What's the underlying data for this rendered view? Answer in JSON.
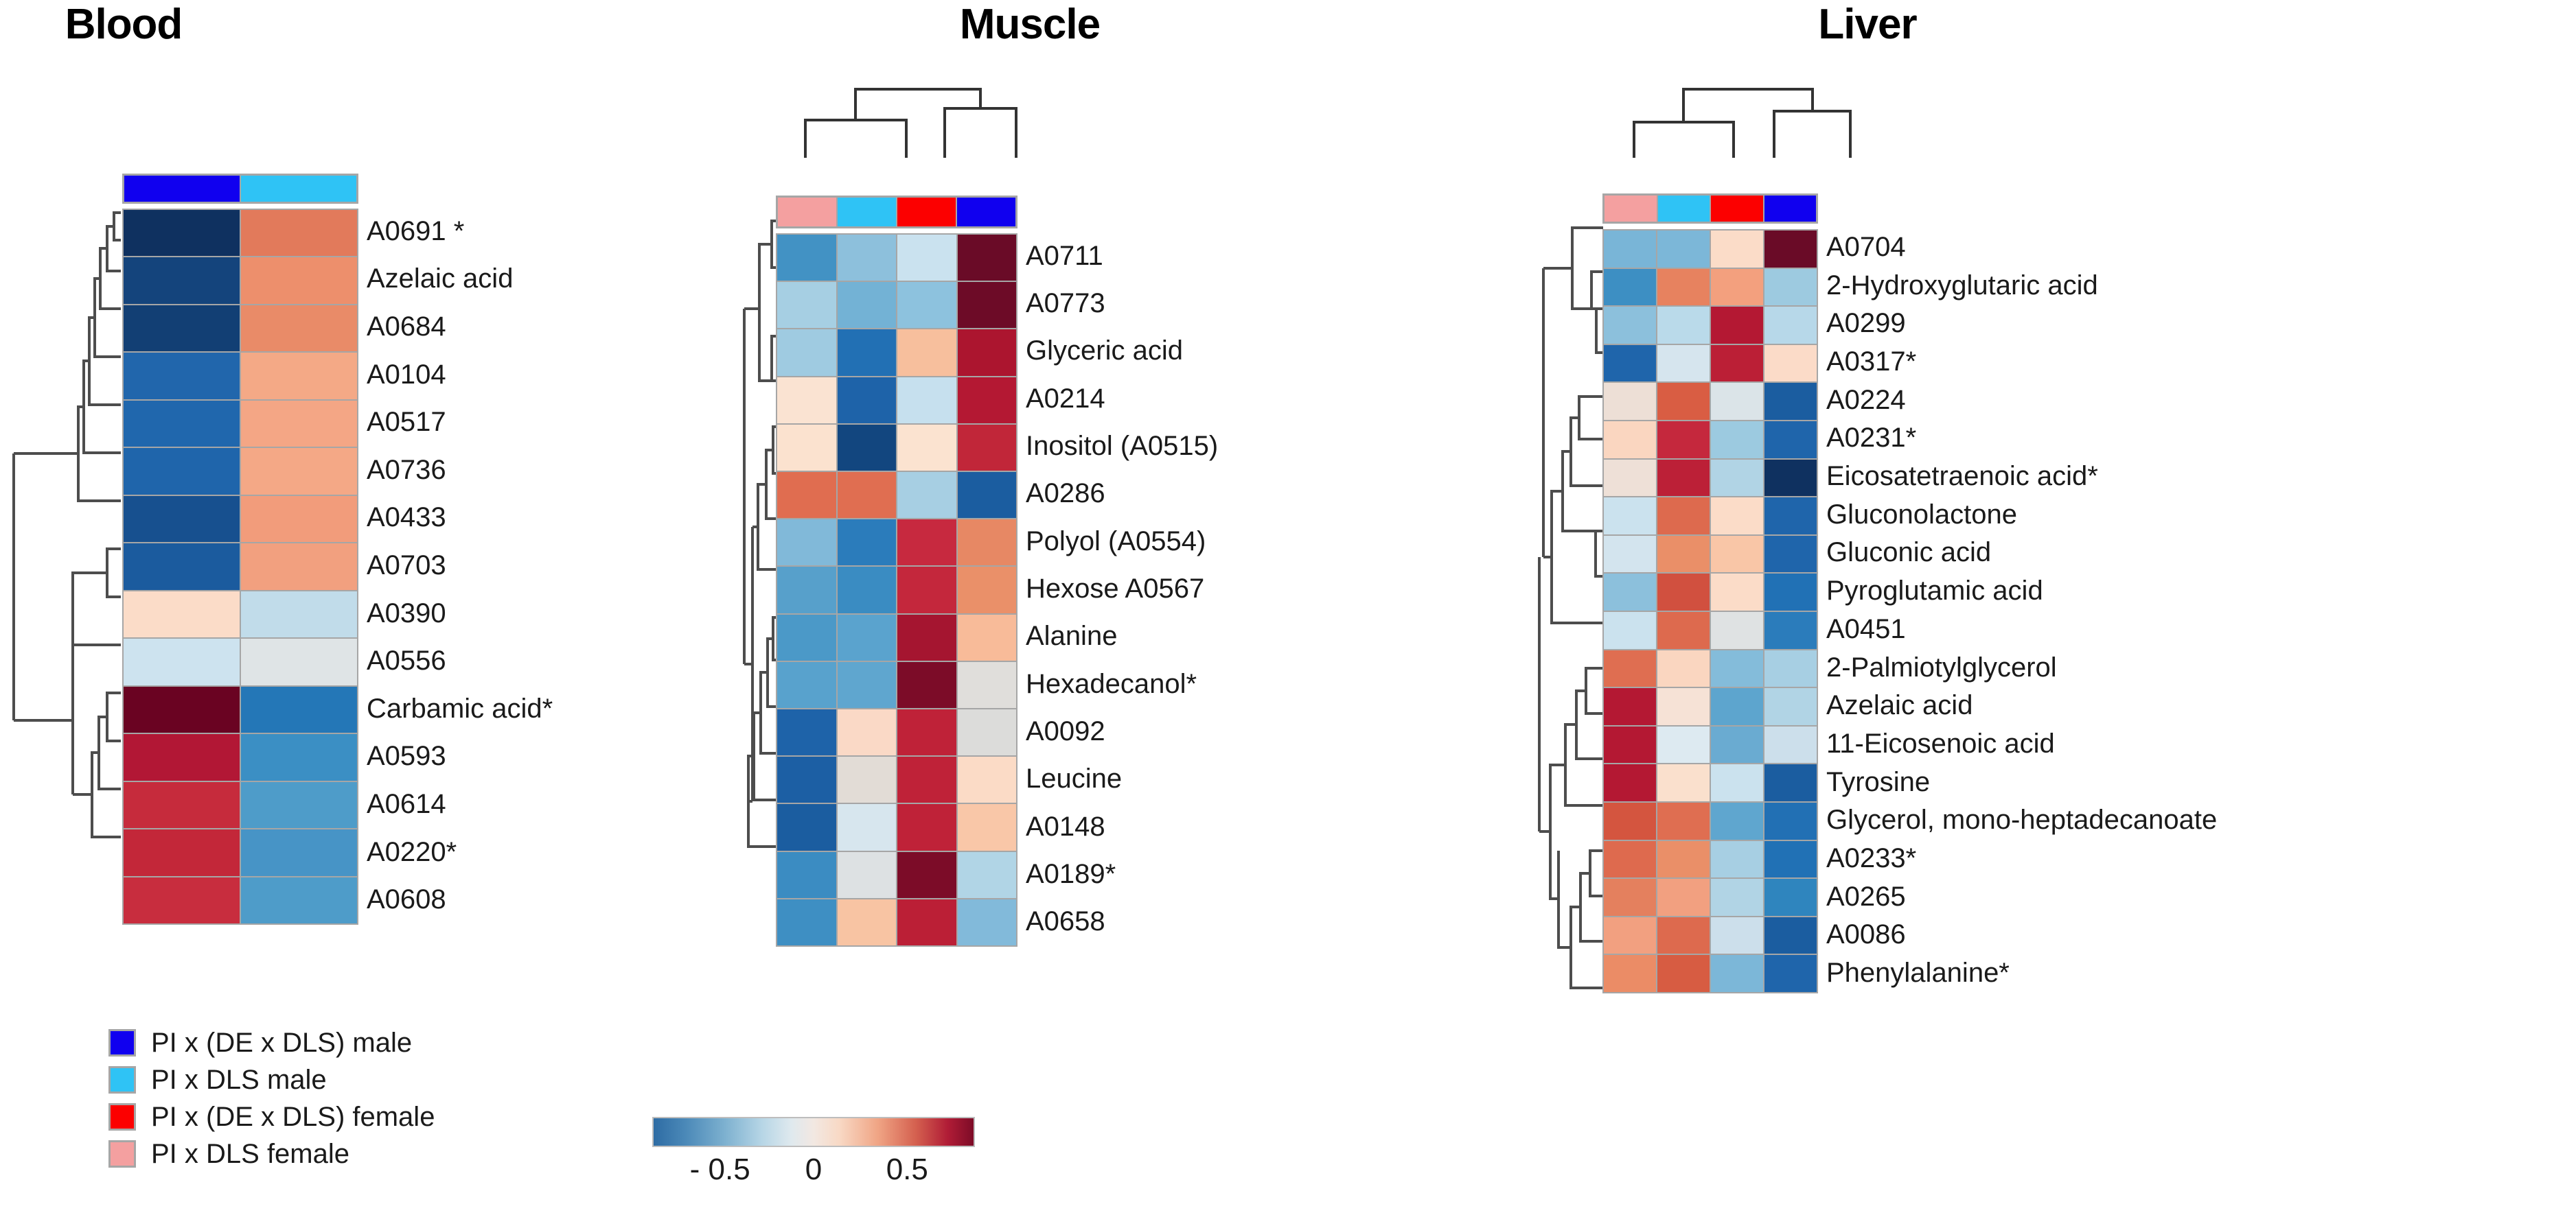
{
  "figure": {
    "colorbar": {
      "ticks": [
        "- 0.5",
        "0",
        "0.5"
      ],
      "tick_values": [
        -0.5,
        0,
        0.5
      ],
      "low_color": "#2e6ca4",
      "mid_color": "#f4efe9",
      "high_color": "#7d0b27"
    },
    "group_legend": [
      {
        "label": "PI x (DE x DLS) male",
        "color": "#1000ef"
      },
      {
        "label": "PI x DLS male",
        "color": "#2fc3f5"
      },
      {
        "label": "PI x (DE x DLS) female",
        "color": "#fc0000"
      },
      {
        "label": "PI x DLS female",
        "color": "#f4a0a0"
      }
    ]
  },
  "chart_data": [
    {
      "type": "heatmap",
      "title": "Blood",
      "xlabel": "",
      "ylabel": "",
      "zlim": [
        -0.5,
        0.5
      ],
      "grid": false,
      "legend_position": "bottom-left",
      "columns": [
        "PI x (DE x DLS) male",
        "PI x DLS male"
      ],
      "column_colors": [
        "#1000ef",
        "#2fc3f5"
      ],
      "rows": [
        "A0691 *",
        "Azelaic acid",
        "A0684",
        "A0104",
        "A0517",
        "A0736",
        "A0433",
        "A0703",
        "A0390",
        "A0556",
        "Carbamic acid*",
        "A0593",
        "A0614",
        "A0220*",
        "A0608"
      ],
      "values": [
        [
          -0.72,
          0.34
        ],
        [
          -0.55,
          0.3
        ],
        [
          -0.55,
          0.31
        ],
        [
          -0.42,
          0.25
        ],
        [
          -0.42,
          0.25
        ],
        [
          -0.43,
          0.24
        ],
        [
          -0.47,
          0.27
        ],
        [
          -0.45,
          0.28
        ],
        [
          0.1,
          -0.2
        ],
        [
          -0.18,
          -0.04
        ],
        [
          0.75,
          -0.43
        ],
        [
          0.62,
          -0.38
        ],
        [
          0.55,
          -0.34
        ],
        [
          0.57,
          -0.35
        ],
        [
          0.55,
          -0.35
        ]
      ],
      "cell_colors": [
        [
          "#0f3160",
          "#e27a5b"
        ],
        [
          "#14447c",
          "#ed8f6c"
        ],
        [
          "#123f74",
          "#e98b68"
        ],
        [
          "#2166ac",
          "#f4a986"
        ],
        [
          "#2067ad",
          "#f4a685"
        ],
        [
          "#1f65ab",
          "#f4a886"
        ],
        [
          "#17508f",
          "#f29c7b"
        ],
        [
          "#1b5b9e",
          "#f2a07f"
        ],
        [
          "#fbdcc8",
          "#c1dcea"
        ],
        [
          "#cde3ef",
          "#dfe4e6"
        ],
        [
          "#6a0322",
          "#2477b7"
        ],
        [
          "#b21735",
          "#3b8fc4"
        ],
        [
          "#c62b3c",
          "#4e9cc9"
        ],
        [
          "#c32739",
          "#4794c6"
        ],
        [
          "#c82d3e",
          "#4e9cc9"
        ]
      ]
    },
    {
      "type": "heatmap",
      "title": "Muscle",
      "xlabel": "",
      "ylabel": "",
      "zlim": [
        -0.5,
        0.5
      ],
      "grid": false,
      "legend_position": "bottom-left",
      "columns": [
        "PI x DLS female",
        "PI x DLS male",
        "PI x (DE x DLS) female",
        "PI x (DE x DLS) male"
      ],
      "column_colors": [
        "#f4a0a0",
        "#2fc3f5",
        "#fc0000",
        "#1000ef"
      ],
      "rows": [
        "A0711",
        "A0773",
        "Glyceric acid",
        "A0214",
        "Inositol (A0515)",
        "A0286",
        "Polyol (A0554)",
        "Hexose A0567",
        "Alanine",
        "Hexadecanol*",
        "A0092",
        "Leucine",
        "A0148",
        "A0189*",
        "A0658"
      ],
      "values": [
        [
          -0.3,
          -0.22,
          -0.15,
          0.78
        ],
        [
          -0.18,
          -0.28,
          -0.24,
          0.76
        ],
        [
          -0.2,
          -0.46,
          0.18,
          0.62
        ],
        [
          0.06,
          -0.48,
          -0.16,
          0.6
        ],
        [
          0.07,
          -0.56,
          0.06,
          0.55
        ],
        [
          0.38,
          0.38,
          -0.2,
          -0.52
        ],
        [
          -0.24,
          -0.42,
          0.56,
          0.32
        ],
        [
          -0.28,
          -0.34,
          0.58,
          0.28
        ],
        [
          -0.3,
          -0.27,
          0.7,
          0.2
        ],
        [
          -0.27,
          -0.26,
          0.76,
          0.01
        ],
        [
          -0.5,
          0.08,
          0.58,
          0.01
        ],
        [
          -0.54,
          0.02,
          0.58,
          0.1
        ],
        [
          -0.54,
          -0.1,
          0.58,
          0.16
        ],
        [
          -0.34,
          -0.04,
          0.74,
          -0.18
        ],
        [
          -0.33,
          0.16,
          0.6,
          -0.24
        ]
      ],
      "cell_colors": [
        [
          "#4292c4",
          "#8dc0dc",
          "#cae2ef",
          "#6a0b27"
        ],
        [
          "#a6cfe3",
          "#73b2d5",
          "#8dc2de",
          "#6d0b27"
        ],
        [
          "#9fcbe1",
          "#2270b4",
          "#f7bf9d",
          "#ac152f"
        ],
        [
          "#fae3d2",
          "#1e63a9",
          "#c6e0ee",
          "#b41833"
        ],
        [
          "#fbe2cf",
          "#12467f",
          "#fbe3d0",
          "#c12639"
        ],
        [
          "#e06d50",
          "#e06e51",
          "#a7cfe3",
          "#1b5da0"
        ],
        [
          "#81b9d9",
          "#2b7cbb",
          "#c7293f",
          "#e78864"
        ],
        [
          "#57a0cb",
          "#3a8cc2",
          "#c4273c",
          "#ea9069"
        ],
        [
          "#4b99c8",
          "#5aa3ce",
          "#a51530",
          "#f8bb99"
        ],
        [
          "#58a2cd",
          "#5fa6cf",
          "#7c0c28",
          "#e0dedb"
        ],
        [
          "#1e63a9",
          "#fad9c6",
          "#bf2238",
          "#dcdcda"
        ],
        [
          "#1c5fa4",
          "#e2dcd6",
          "#bf2238",
          "#fbdbc6"
        ],
        [
          "#1b5da0",
          "#d7e6ee",
          "#bf2238",
          "#f9c7a8"
        ],
        [
          "#3b8cc2",
          "#dde1e3",
          "#7c0c28",
          "#b1d5e6"
        ],
        [
          "#3e8fc3",
          "#f8c4a3",
          "#bb1f36",
          "#82bada"
        ]
      ]
    },
    {
      "type": "heatmap",
      "title": "Liver",
      "xlabel": "",
      "ylabel": "",
      "zlim": [
        -0.5,
        0.5
      ],
      "grid": false,
      "legend_position": "bottom-left",
      "columns": [
        "PI x DLS female",
        "PI x DLS male",
        "PI x (DE x DLS) female",
        "PI x (DE x DLS) male"
      ],
      "column_colors": [
        "#f4a0a0",
        "#2fc3f5",
        "#fc0000",
        "#1000ef"
      ],
      "rows": [
        "A0704",
        "2-Hydroxyglutaric acid",
        "A0299",
        "A0317*",
        "A0224",
        "A0231*",
        "Eicosatetraenoic acid*",
        "Gluconolactone",
        "Gluconic acid",
        "Pyroglutamic acid",
        "A0451",
        "2-Palmiotylglycerol",
        "Azelaic acid",
        "11-Eicosenoic acid",
        "Tyrosine",
        "Glycerol, mono-heptadecanoate",
        "A0233*",
        "A0265",
        "A0086",
        "Phenylalanine*"
      ],
      "values": [
        [
          -0.28,
          -0.28,
          0.1,
          0.74
        ],
        [
          -0.42,
          0.36,
          0.28,
          -0.24
        ],
        [
          -0.28,
          -0.18,
          0.62,
          -0.18
        ],
        [
          -0.48,
          -0.12,
          0.64,
          0.1
        ],
        [
          0.05,
          0.4,
          -0.06,
          -0.5
        ],
        [
          0.12,
          0.58,
          -0.25,
          -0.5
        ],
        [
          0.06,
          0.64,
          -0.2,
          -0.7
        ],
        [
          -0.16,
          0.42,
          0.12,
          -0.48
        ],
        [
          -0.14,
          0.34,
          0.18,
          -0.46
        ],
        [
          -0.24,
          0.52,
          0.12,
          -0.44
        ],
        [
          -0.16,
          0.42,
          -0.03,
          -0.4
        ],
        [
          0.4,
          0.14,
          -0.28,
          -0.22
        ],
        [
          0.62,
          0.07,
          -0.38,
          -0.2
        ],
        [
          0.62,
          -0.1,
          -0.3,
          -0.15
        ],
        [
          0.62,
          0.08,
          -0.15,
          -0.52
        ],
        [
          0.46,
          0.4,
          -0.34,
          -0.46
        ],
        [
          0.4,
          0.3,
          -0.22,
          -0.44
        ],
        [
          0.36,
          0.28,
          -0.18,
          -0.38
        ],
        [
          0.3,
          0.42,
          -0.14,
          -0.58
        ],
        [
          0.33,
          0.44,
          -0.26,
          -0.46
        ]
      ],
      "cell_colors": [
        [
          "#79b5d7",
          "#7cb7d8",
          "#fbdcc8",
          "#6a0b27"
        ],
        [
          "#3d8fc3",
          "#e7825f",
          "#f3a07e",
          "#9dcae0"
        ],
        [
          "#8cc0dc",
          "#badaea",
          "#b41833",
          "#b7d8e9"
        ],
        [
          "#1f65ab",
          "#d6e5ee",
          "#bb1f36",
          "#fbdbc8"
        ],
        [
          "#eddfd6",
          "#d95d43",
          "#dbe4e8",
          "#1b5da0"
        ],
        [
          "#fad6c0",
          "#c5283d",
          "#9ccae0",
          "#1f65ab"
        ],
        [
          "#eee0d7",
          "#bc2037",
          "#b1d4e5",
          "#0f3160"
        ],
        [
          "#cbe2ee",
          "#dd6a4e",
          "#fbdcc8",
          "#1f65ab"
        ],
        [
          "#d3e4ee",
          "#ea8f68",
          "#f9c6a7",
          "#1f65ab"
        ],
        [
          "#8cc0dc",
          "#d1503f",
          "#fbdcc8",
          "#2171b5"
        ],
        [
          "#cbe2ee",
          "#dd6a4e",
          "#dfe2e3",
          "#2b7cbb"
        ],
        [
          "#df6e51",
          "#fad6c0",
          "#84bcda",
          "#a7cfe3"
        ],
        [
          "#b41833",
          "#f6e2d6",
          "#5da5ce",
          "#b1d4e5"
        ],
        [
          "#b41833",
          "#ddeaf1",
          "#6aabd1",
          "#ccdfeb"
        ],
        [
          "#b41833",
          "#fae0cd",
          "#cbe2ee",
          "#1b5da0"
        ],
        [
          "#d4553f",
          "#df6e51",
          "#5fa6cf",
          "#2270b4"
        ],
        [
          "#de6a4e",
          "#ea8f68",
          "#a7cfe3",
          "#2171b5"
        ],
        [
          "#e4805e",
          "#f2a080",
          "#b1d4e5",
          "#2f85be"
        ],
        [
          "#f2a080",
          "#dd6a4e",
          "#ccdfeb",
          "#1b5da0"
        ],
        [
          "#eb8c66",
          "#d75c42",
          "#7cb7d8",
          "#1f65ab"
        ]
      ]
    }
  ]
}
